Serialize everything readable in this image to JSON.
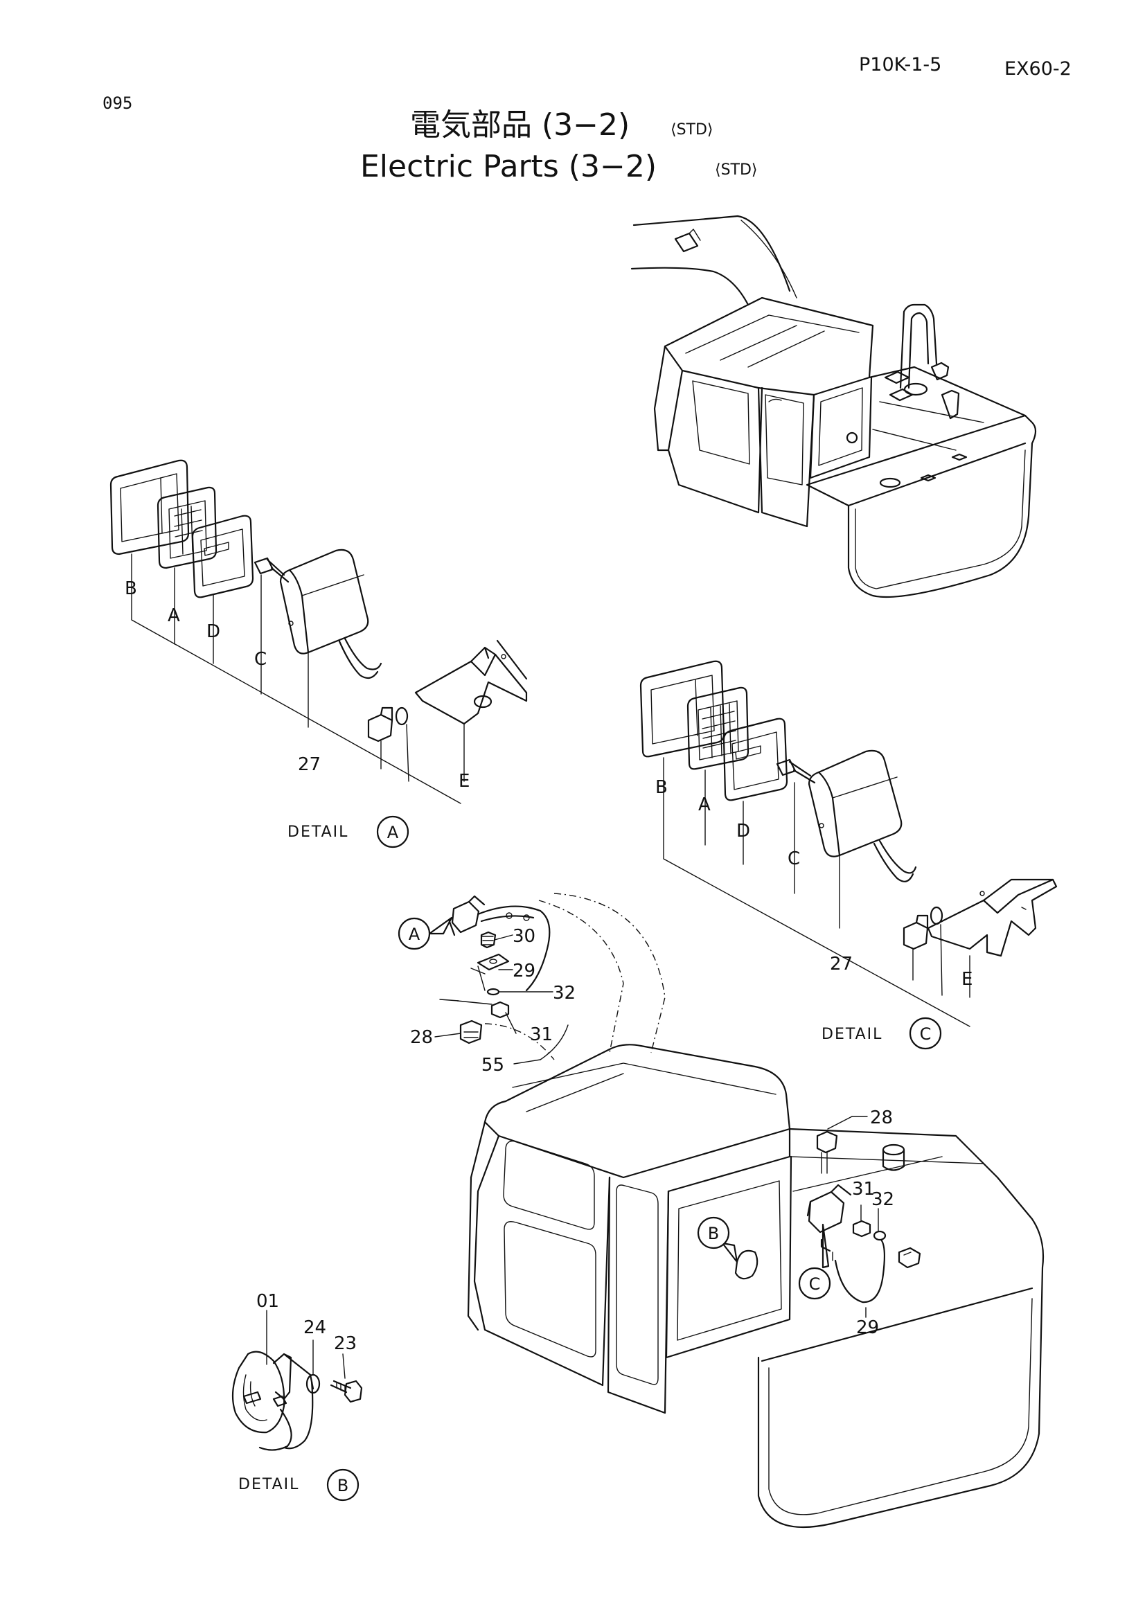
{
  "header": {
    "page_code": "P10K-1-5",
    "model": "EX60-2",
    "page_number": "095",
    "title_jp": "電気部品 (3−2)",
    "title_jp_suffix": "⟨STD⟩",
    "title_en": "Electric Parts (3−2)",
    "title_en_suffix": "⟨STD⟩"
  },
  "detail_a": {
    "label": "DETAIL",
    "ref": "A",
    "callouts": {
      "b": "B",
      "a": "A",
      "d": "D",
      "c": "C",
      "p27": "27",
      "e": "E"
    }
  },
  "detail_c": {
    "label": "DETAIL",
    "ref": "C",
    "callouts": {
      "b": "B",
      "a": "A",
      "d": "D",
      "c": "C",
      "p27": "27",
      "e": "E"
    }
  },
  "detail_b": {
    "label": "DETAIL",
    "ref": "B",
    "callouts": {
      "p01": "01",
      "p24": "24",
      "p23": "23"
    }
  },
  "main_assembly": {
    "ref_a": "A",
    "ref_b": "B",
    "ref_c": "C",
    "callouts": {
      "p30": "30",
      "p29_upper": "29",
      "p32_upper": "32",
      "p31_upper": "31",
      "p28_left": "28",
      "p55": "55",
      "p28_right": "28",
      "p31_right": "31",
      "p32_right": "32",
      "p29_lower": "29"
    }
  }
}
